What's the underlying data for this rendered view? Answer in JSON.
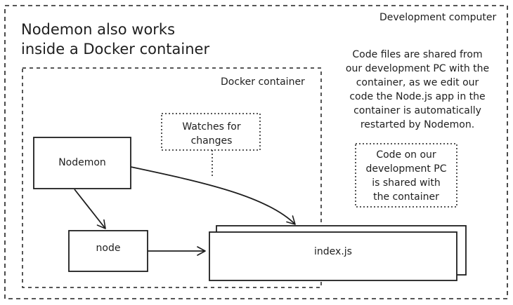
{
  "development_computer": {
    "label": "Development computer",
    "title_line1": "Nodemon also works",
    "title_line2": "inside a Docker container",
    "description_lines": [
      "Code files are shared from",
      "our development PC with the",
      "container, as we edit our",
      "code the Node.js app in the",
      "container is automatically",
      "restarted by Nodemon."
    ]
  },
  "docker_container": {
    "label": "Docker container",
    "nodemon_box": "Nodemon",
    "node_box": "node",
    "index_box": "index.js",
    "watch_note_lines": [
      "Watches for",
      "changes"
    ]
  },
  "code_note_lines": [
    "Code on our",
    "development PC",
    "is shared with",
    "the container"
  ],
  "colors": {
    "stroke": "#1e1e1e",
    "background": "#ffffff"
  }
}
